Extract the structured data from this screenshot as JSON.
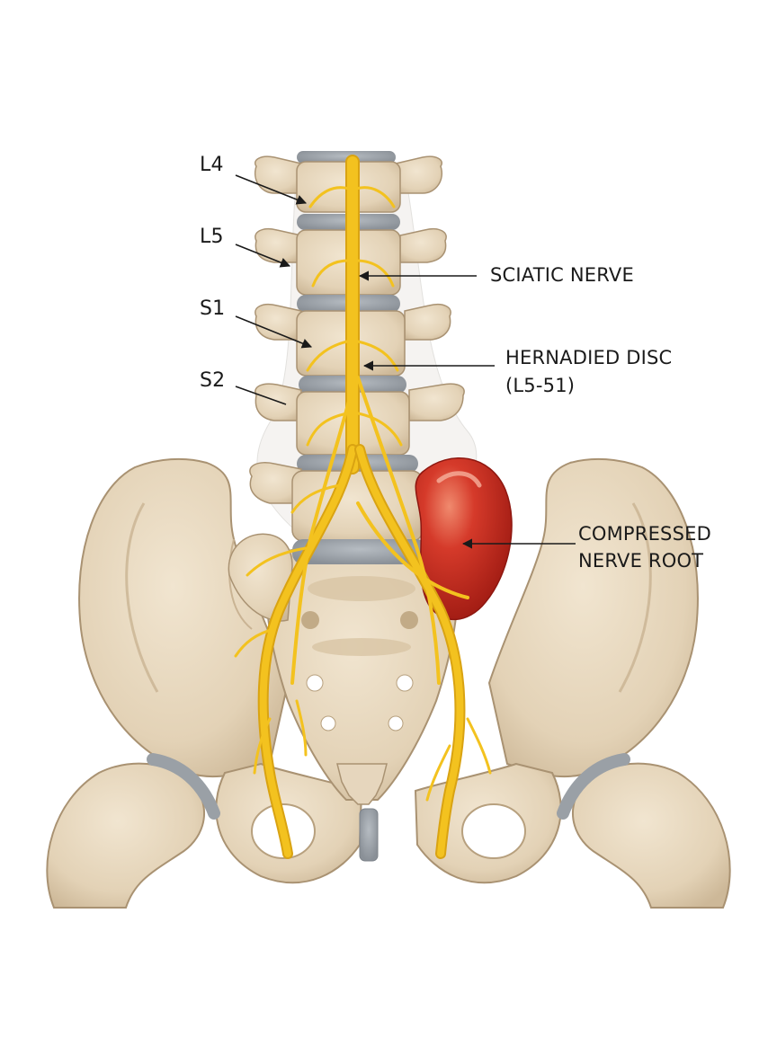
{
  "labels": {
    "l4": "L4",
    "l5": "L5",
    "s1": "S1",
    "s2": "S2",
    "sciatic_nerve": "SCIATIC NERVE",
    "herniated_disc_line1": "HERNADIED DISC",
    "herniated_disc_line2": "(L5-51)",
    "compressed_line1": "COMPRESSED",
    "compressed_line2": "NERVE ROOT"
  },
  "colors": {
    "bone": "#e6d6bd",
    "bone_shadow": "#c9b393",
    "bone_outline": "#a99272",
    "disc": "#9aa0a6",
    "nerve": "#f3c21f",
    "nerve_dark": "#d9a312",
    "herniation": "#c8281e",
    "herniation_highlight": "#e86a52",
    "text": "#1a1a1a"
  }
}
